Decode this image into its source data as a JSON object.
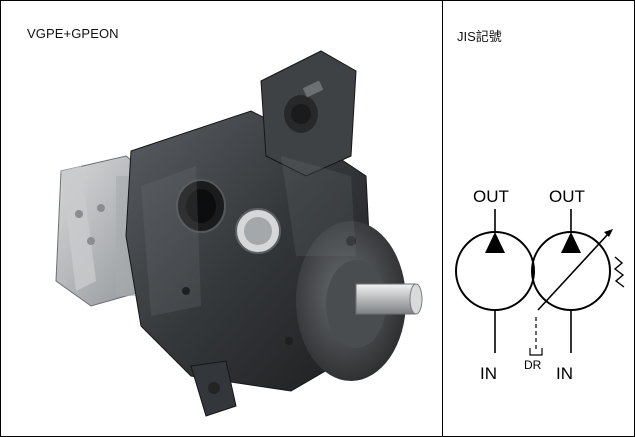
{
  "left_panel": {
    "title": "VGPE+GPEON"
  },
  "right_panel": {
    "title": "JIS記號",
    "symbol": {
      "out_left": "OUT",
      "out_right": "OUT",
      "in_left": "IN",
      "in_right": "IN",
      "drain": "DR"
    }
  }
}
